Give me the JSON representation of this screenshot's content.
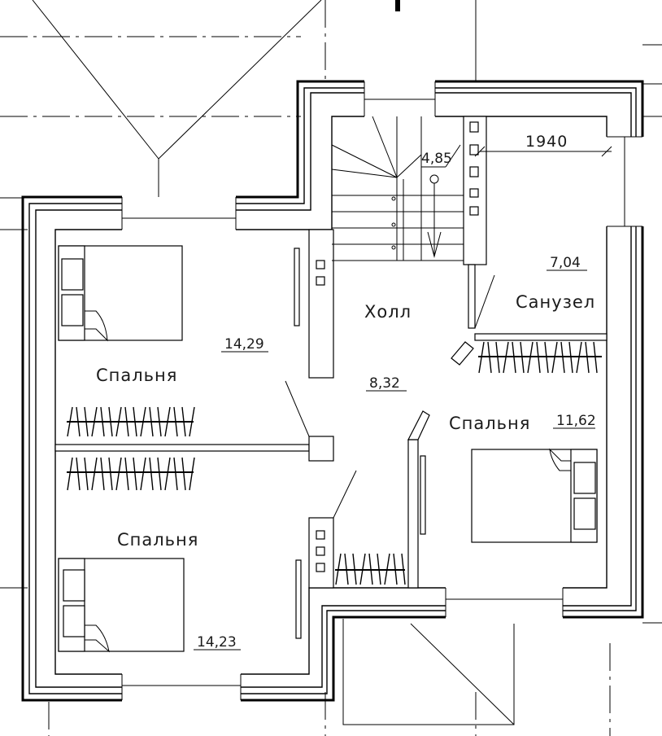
{
  "rooms": [
    {
      "name": "Спальня",
      "area": "14,29"
    },
    {
      "name": "Спальня",
      "area": "14,23"
    },
    {
      "name": "Холл",
      "area": "8,32"
    },
    {
      "name": "Спальня",
      "area": "11,62"
    },
    {
      "name": "Санузел",
      "area": "7,04"
    }
  ],
  "stair": {
    "area": "4,85"
  },
  "dimension": {
    "bathroom_width": "1940"
  }
}
